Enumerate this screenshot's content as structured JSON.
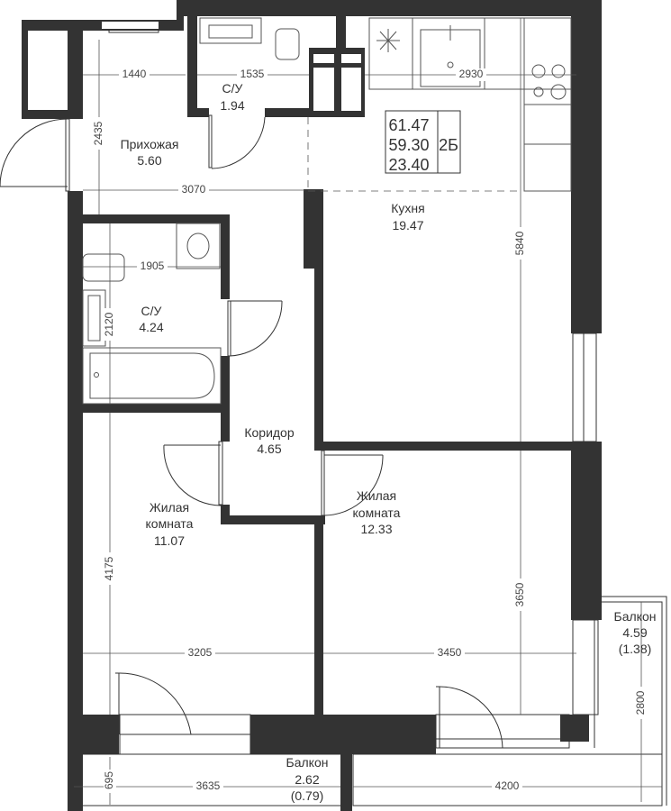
{
  "summary": {
    "total_area": "61.47",
    "area_2": "59.30",
    "area_3": "23.40",
    "type": "2Б"
  },
  "rooms": {
    "hall": {
      "name": "Прихожая",
      "area": "5.60"
    },
    "wc_small": {
      "name": "С/У",
      "area": "1.94"
    },
    "kitchen": {
      "name": "Кухня",
      "area": "19.47"
    },
    "bath": {
      "name": "С/У",
      "area": "4.24"
    },
    "corridor": {
      "name": "Коридор",
      "area": "4.65"
    },
    "bedroom1": {
      "name_line1": "Жилая",
      "name_line2": "комната",
      "area": "11.07"
    },
    "bedroom2": {
      "name_line1": "Жилая",
      "name_line2": "комната",
      "area": "12.33"
    },
    "balcony_bottom": {
      "name": "Балкон",
      "area": "2.62",
      "reduced": "(0.79)"
    },
    "balcony_right": {
      "name": "Балкон",
      "area": "4.59",
      "reduced": "(1.38)"
    }
  },
  "dimensions": {
    "hall_width": "1440",
    "wc_width": "1535",
    "kitchen_top_width": "2930",
    "hall_height": "2435",
    "hall_bottom_width": "3070",
    "kitchen_height": "5840",
    "bath_width": "1905",
    "bath_height": "2120",
    "bedroom1_height": "4175",
    "bedroom1_width": "3205",
    "bedroom2_width": "3450",
    "bedroom2_height": "3650",
    "balcony_right_height": "2800",
    "balcony_bottom_depth": "695",
    "balcony_bottom_width_left": "3635",
    "balcony_bottom_width_right": "4200"
  }
}
